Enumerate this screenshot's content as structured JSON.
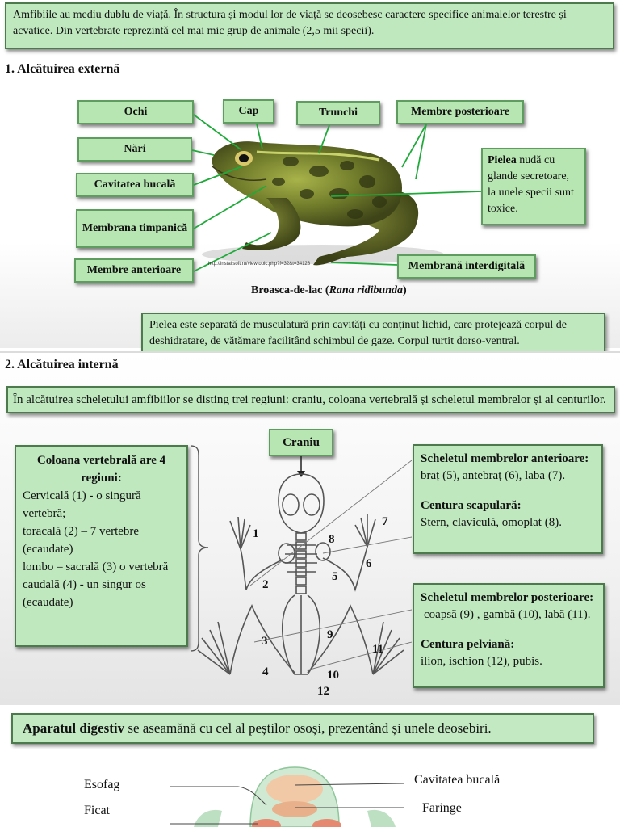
{
  "intro": "Amfibiile au mediu dublu de viață. În structura și modul lor de viață se deosebesc caractere specifice animalelor terestre și acvatice. Din vertebrate reprezintă cel mai mic grup de animale (2,5 mii specii).",
  "section1": {
    "title": "1. Alcătuirea externă",
    "labels": {
      "ochi": "Ochi",
      "cap": "Cap",
      "trunchi": "Trunchi",
      "membre_posterioare": "Membre posterioare",
      "nari": "Nări",
      "cavitatea_bucala": "Cavitatea bucală",
      "membrana_timpanica": "Membrana timpanică",
      "membre_anterioare": "Membre anterioare",
      "membrana_interdigitala": "Membrană interdigitală"
    },
    "pielea_bold": "Pielea",
    "pielea_rest": " nudă cu glande secretoare, la unele specii sunt toxice.",
    "url": "http://installsoft.ru/viewtopic.php?f=32&t=34128",
    "caption_main": "Broasca-de-lac (",
    "caption_italic": "Rana ridibunda",
    "caption_end": ")",
    "note": "Pielea este separată de musculatură prin cavități cu conținut lichid, care protejează corpul de deshidratare, de vătămare facilitând schimbul de gaze. Corpul turtit dorso-ventral."
  },
  "section2": {
    "title": "2. Alcătuirea internă",
    "skeleton_intro": "În alcătuirea scheletului amfibiilor se disting trei regiuni: craniu, coloana vertebrală și scheletul membrelor și al centurilor.",
    "craniu": "Craniu",
    "coloana_title": "Coloana vertebrală are 4 regiuni:",
    "coloana_lines": [
      "Cervicală (1) - o singură vertebră;",
      "toracală (2) – 7 vertebre (ecaudate)",
      "lombo – sacrală (3)  o vertebră caudală (4) - un singur os (ecaudate)"
    ],
    "anterior_title": "Scheletul membrelor anterioare:",
    "anterior_text": "braț (5), antebraț (6), laba (7).",
    "scapular_title": "Centura scapulară:",
    "scapular_text": "Stern, claviculă, omoplat (8).",
    "posterior_title": "Scheletul membrelor posterioare:",
    "posterior_text": "coapsă (9) , gambă (10), labă (11).",
    "pelvian_title": "Centura pelviană:",
    "pelvian_text": "ilion,  ischion (12), pubis.",
    "numbers": [
      "1",
      "2",
      "3",
      "4",
      "5",
      "6",
      "7",
      "8",
      "9",
      "10",
      "11",
      "12"
    ]
  },
  "section3": {
    "digestiv_bold": "Aparatul digestiv",
    "digestiv_rest": " se aseamănă cu cel al peștilor osoși, prezentând și unele deosebiri.",
    "left_labels": [
      "Esofag",
      "Ficat"
    ],
    "right_labels": [
      "Cavitatea bucală",
      "Faringe"
    ]
  },
  "colors": {
    "box_green": "#b8e6b3",
    "box_border": "#5f9c5f"
  }
}
